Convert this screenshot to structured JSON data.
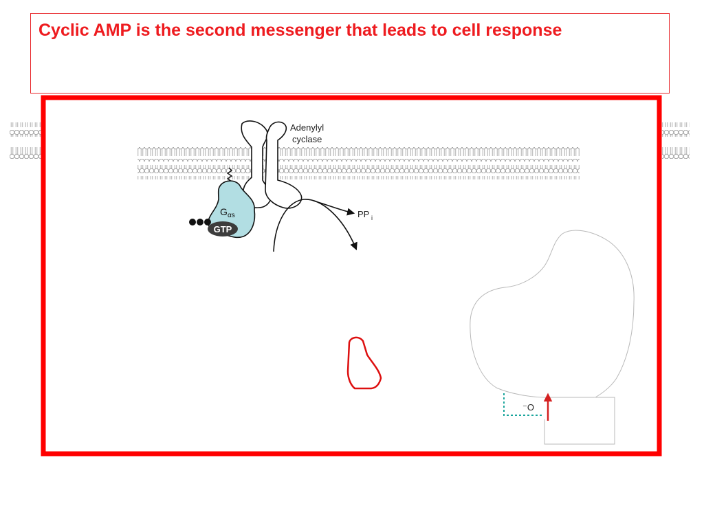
{
  "slide": {
    "title": "Cyclic AMP is the second messenger that leads to cell response"
  },
  "diagram": {
    "enzyme_label_line1": "Adenylyl",
    "enzyme_label_line2": "cyclase",
    "g_protein_label": "G",
    "g_protein_subscript": "αs",
    "gtp_label": "GTP",
    "product_label": "PP",
    "product_subscript": "i",
    "oxygen_label": "⁻O",
    "colors": {
      "accent": "#ee1b1f",
      "frame": "#ff0000",
      "g_protein_fill": "#b2dee3",
      "gtp_fill": "#3c3c3c",
      "membrane": "#9a9a9a",
      "bond_dotted": "#1aa59c"
    }
  }
}
